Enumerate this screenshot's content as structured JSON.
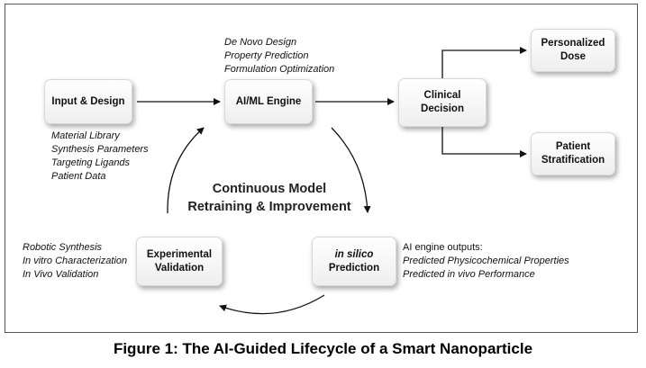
{
  "nodes": {
    "input_design": "Input & Design",
    "ai_ml_engine": "AI/ML Engine",
    "clinical_decision": [
      "Clinical",
      "Decision"
    ],
    "personalized_dose": [
      "Personalized",
      "Dose"
    ],
    "patient_stratification": [
      "Patient",
      "Stratification"
    ],
    "experimental_validation": [
      "Experimental",
      "Validation"
    ],
    "in_silico_prediction": [
      "in silico",
      "Prediction"
    ]
  },
  "notes": {
    "engine_tasks": [
      "De Novo Design",
      "Property Prediction",
      "Formulation Optimization"
    ],
    "inputs": [
      "Material Library",
      "Synthesis Parameters",
      "Targeting Ligands",
      "Patient Data"
    ],
    "experiments": [
      "Robotic Synthesis",
      "In vitro Characterization",
      "In Vivo Validation"
    ],
    "outputs_heading": "AI engine outputs:",
    "outputs": [
      "Predicted Physicochemical Properties",
      "Predicted in vivo Performance"
    ]
  },
  "cycle_label": [
    "Continuous Model",
    "Retraining & Improvement"
  ],
  "caption": "Figure 1: The AI-Guided Lifecycle of a Smart Nanoparticle"
}
